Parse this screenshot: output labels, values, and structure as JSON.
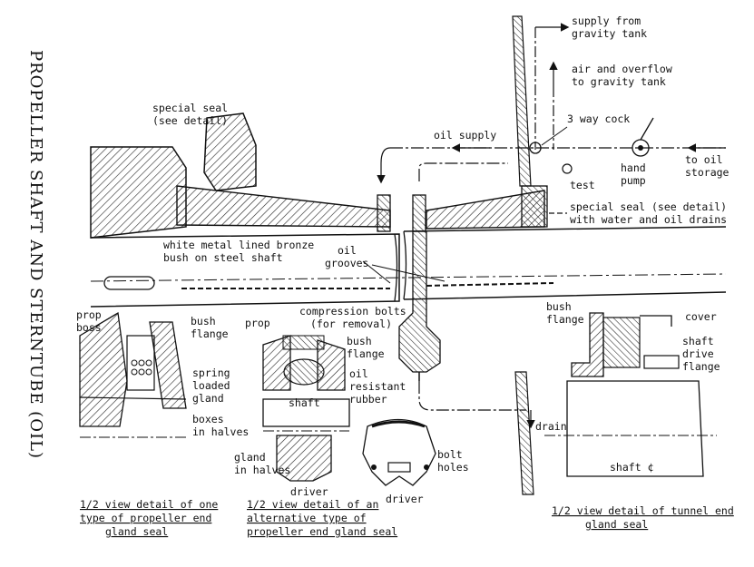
{
  "title": "PROPELLER SHAFT AND STERNTUBE (OIL)",
  "labels": {
    "special_seal": "special seal",
    "see_detail": "(see detail)",
    "supply_from": "supply from",
    "gravity_tank": "gravity tank",
    "air_overflow": "air and overflow",
    "to_gravity_tank": "to gravity tank",
    "three_way_cock": "3 way cock",
    "oil_supply": "oil supply",
    "hand": "hand",
    "pump": "pump",
    "to_oil": "to oil",
    "storage": "storage",
    "test": "test",
    "special_seal_right_1": "special seal (see detail)",
    "special_seal_right_2": "with water and oil drains",
    "white_metal_1": "white metal lined bronze",
    "white_metal_2": "bush on steel shaft",
    "oil": "oil",
    "grooves": "grooves",
    "prop": "prop",
    "boss": "boss",
    "bush": "bush",
    "flange": "flange",
    "spring": "spring",
    "loaded": "loaded",
    "gland": "gland",
    "boxes": "boxes",
    "in_halves": "in halves",
    "compression_bolts": "compression bolts",
    "for_removal": "(for removal)",
    "oil_resistant": "oil",
    "resistant": "resistant",
    "rubber": "rubber",
    "shaft": "shaft",
    "gland_in": "gland",
    "in_halves_2": "in halves",
    "driver": "driver",
    "bolt": "bolt",
    "holes": "holes",
    "drain": "drain",
    "cover": "cover",
    "shaft_drive": "shaft",
    "drive": "drive",
    "flange_2": "flange",
    "shaft_cl": "shaft ¢"
  },
  "captions": {
    "left_1": "1/2 view detail of one",
    "left_2": "type of propeller end",
    "left_3": "gland seal",
    "mid_1": "1/2 view detail of an",
    "mid_2": "alternative type of",
    "mid_3": "propeller end gland seal",
    "right_1": "1/2 view detail of tunnel end",
    "right_2": "gland seal"
  }
}
